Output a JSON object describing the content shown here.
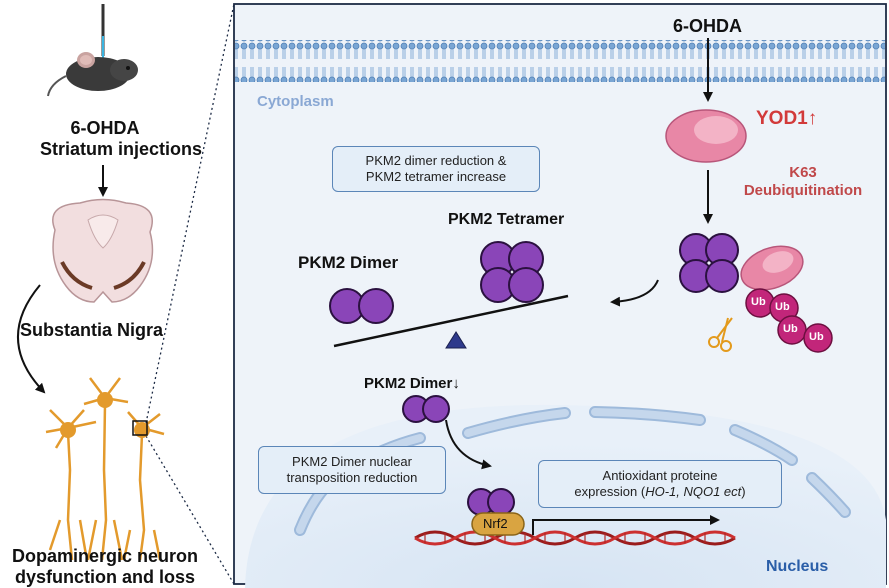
{
  "left_panel": {
    "injection_line1": "6-OHDA",
    "injection_line2": "Striatum injections",
    "region_label": "Substantia Nigra",
    "outcome_line1": "Dopaminergic neuron",
    "outcome_line2": "dysfunction and loss"
  },
  "right_panel": {
    "toxin_label": "6-OHDA",
    "cytoplasm_label": "Cytoplasm",
    "yod1_label": "YOD1↑",
    "k63_line1": "K63",
    "k63_line2": "Deubiquitination",
    "shift_box_line1": "PKM2 dimer reduction &",
    "shift_box_line2": "PKM2 tetramer increase",
    "tetramer_label": "PKM2 Tetramer",
    "dimer_label": "PKM2 Dimer",
    "dimer_down_label": "PKM2 Dimer↓",
    "ub_label": "Ub",
    "nuclear_box_line1": "PKM2 Dimer nuclear",
    "nuclear_box_line2": "transposition reduction",
    "antioxidant_line1": "Antioxidant proteine",
    "antioxidant_line2_prefix": "expression (",
    "antioxidant_line2_genes": "HO-1, NQO1 ect",
    "antioxidant_line2_suffix": ")",
    "nrf2_label": "Nrf2",
    "nucleus_label": "Nucleus"
  },
  "colors": {
    "pkm2_purple": "#8a45b8",
    "ub_magenta": "#c2267a",
    "yod1_pink": "#e887a6",
    "nrf2_gold": "#d9a441",
    "membrane_blue": "#6f9fd0",
    "yod1_red": "#d23a3a",
    "k63_red": "#c0484a",
    "cytoplasm_text": "#8aa8d4",
    "nucleus_text": "#2a5ea8"
  }
}
